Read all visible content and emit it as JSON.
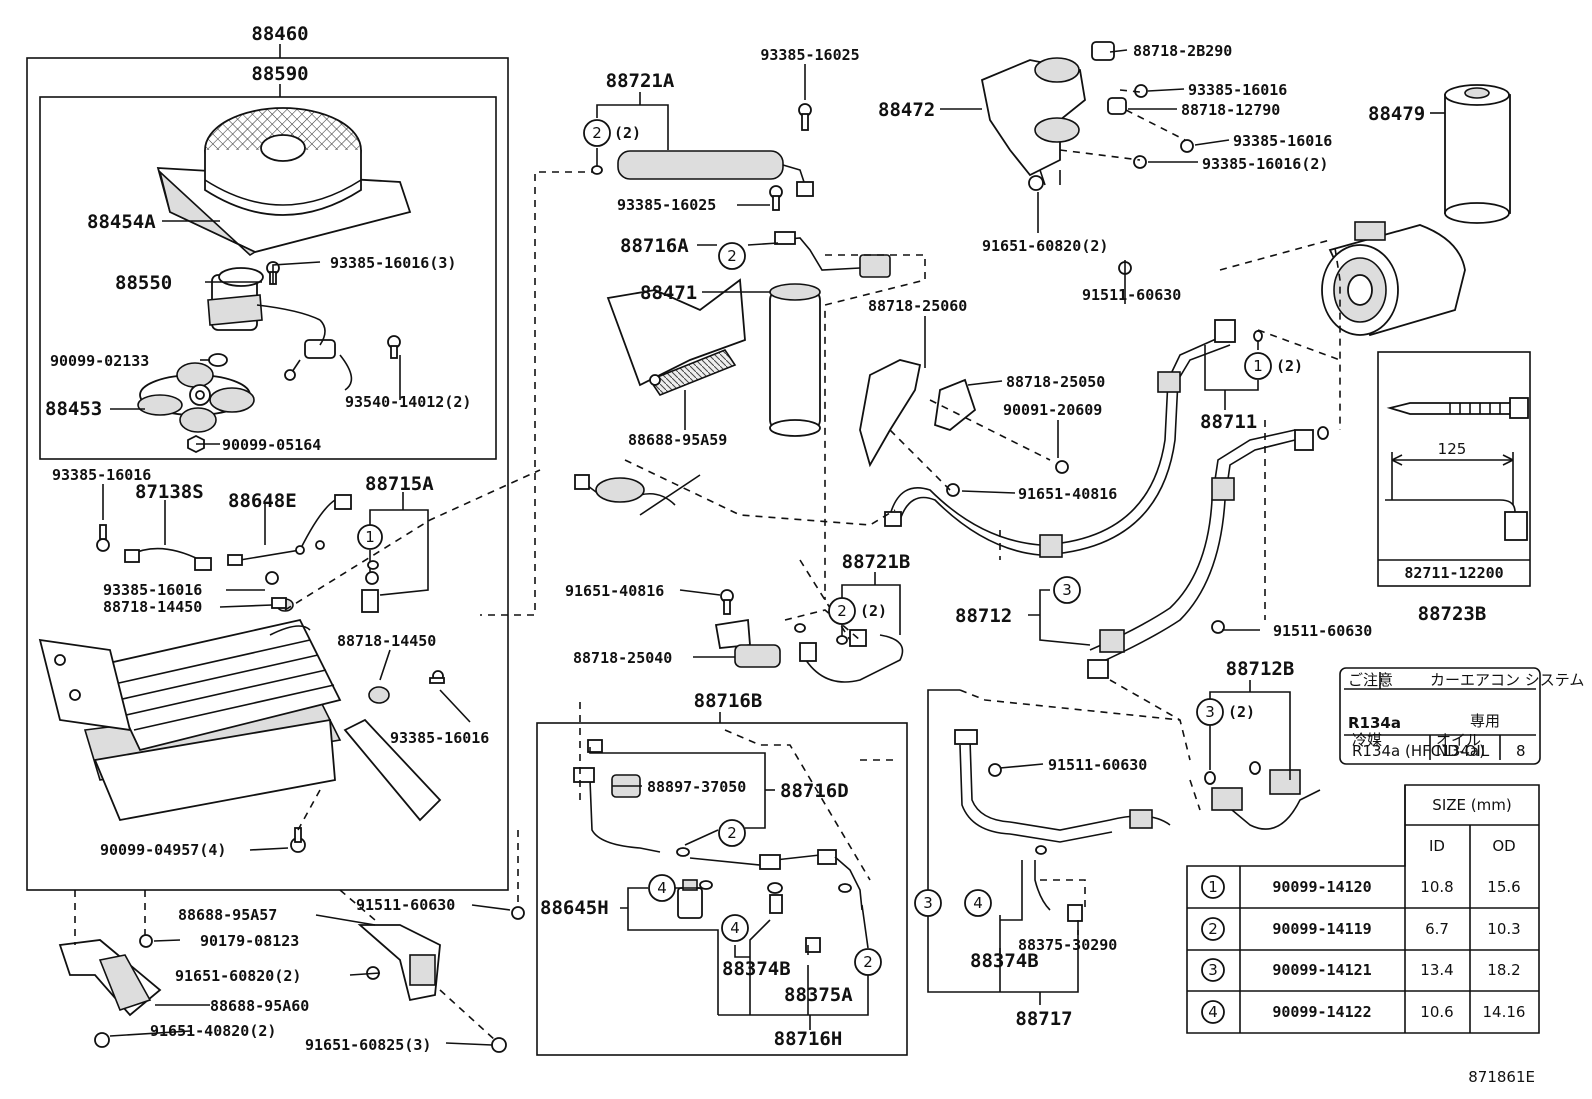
{
  "labels": {
    "p88460": "88460",
    "p88590": "88590",
    "p88454a": "88454A",
    "p88550": "88550",
    "p93385_16016_3": "93385-16016(3)",
    "p90099_02133": "90099-02133",
    "p93540_14012_2": "93540-14012(2)",
    "p88453": "88453",
    "p90099_05164": "90099-05164",
    "p93385_16016_a": "93385-16016",
    "p87138s": "87138S",
    "p88648e": "88648E",
    "p88715a": "88715A",
    "p93385_16016_b": "93385-16016",
    "p88718_14450_a": "88718-14450",
    "p88718_14450_b": "88718-14450",
    "p93385_16016_c": "93385-16016",
    "p90099_04957_4": "90099-04957(4)",
    "p88721a": "88721A",
    "p93385_16025_a": "93385-16025",
    "p93385_16025_b": "93385-16025",
    "p88716a": "88716A",
    "p88471": "88471",
    "p88688_95a59": "88688-95A59",
    "p88472": "88472",
    "p88718_2b290": "88718-2B290",
    "p93385_16016_d": "93385-16016",
    "p88718_12790": "88718-12790",
    "p93385_16016_e": "93385-16016",
    "p93385_16016_2": "93385-16016(2)",
    "p91651_60820_2a": "91651-60820(2)",
    "p88479": "88479",
    "p88718_25060": "88718-25060",
    "p91511_60630_a": "91511-60630",
    "p88718_25050": "88718-25050",
    "p90091_20609": "90091-20609",
    "p88711": "88711",
    "p91651_40816_a": "91651-40816",
    "p91651_40816_b": "91651-40816",
    "p88721b": "88721B",
    "p88718_25040": "88718-25040",
    "p88716b": "88716B",
    "p88897_37050": "88897-37050",
    "p88716d": "88716D",
    "p88645h": "88645H",
    "p88374b_a": "88374B",
    "p88375a": "88375A",
    "p88716h": "88716H",
    "p88712": "88712",
    "p91511_60630_b": "91511-60630",
    "p88712b": "88712B",
    "p91511_60630_c": "91511-60630",
    "p88375_30290": "88375-30290",
    "p88374b_b": "88374B",
    "p88717": "88717",
    "p91511_60630_d": "91511-60630",
    "p88688_95a57": "88688-95A57",
    "p90179_08123": "90179-08123",
    "p91651_60820_2b": "91651-60820(2)",
    "p88688_95a60": "88688-95A60",
    "p91651_40820_2": "91651-40820(2)",
    "p91651_60825_3": "91651-60825(3)",
    "p88723b": "88723B",
    "p82711_12200": "82711-12200",
    "dim125": "125",
    "qty2": "(2)",
    "ref": "871861E"
  },
  "circles": {
    "c1": "1",
    "c2": "2",
    "c3": "3",
    "c4": "4"
  },
  "refrigerant_label": {
    "header_left": "ご注意",
    "header_right": "カーエアコン システム",
    "gas": "R134a",
    "exclusive": "専用",
    "foot_left_title": "冷媒",
    "foot_left": "R134a (HFC134a)",
    "foot_mid_title": "オイル",
    "foot_mid": "ND-OIL",
    "foot_num": "8"
  },
  "size_table": {
    "title": "SIZE (mm)",
    "col_id": "ID",
    "col_od": "OD",
    "rows": [
      {
        "num": "1",
        "part": "90099-14120",
        "id": "10.8",
        "od": "15.6"
      },
      {
        "num": "2",
        "part": "90099-14119",
        "id": "6.7",
        "od": "10.3"
      },
      {
        "num": "3",
        "part": "90099-14121",
        "id": "13.4",
        "od": "18.2"
      },
      {
        "num": "4",
        "part": "90099-14122",
        "id": "10.6",
        "od": "14.16"
      }
    ]
  }
}
